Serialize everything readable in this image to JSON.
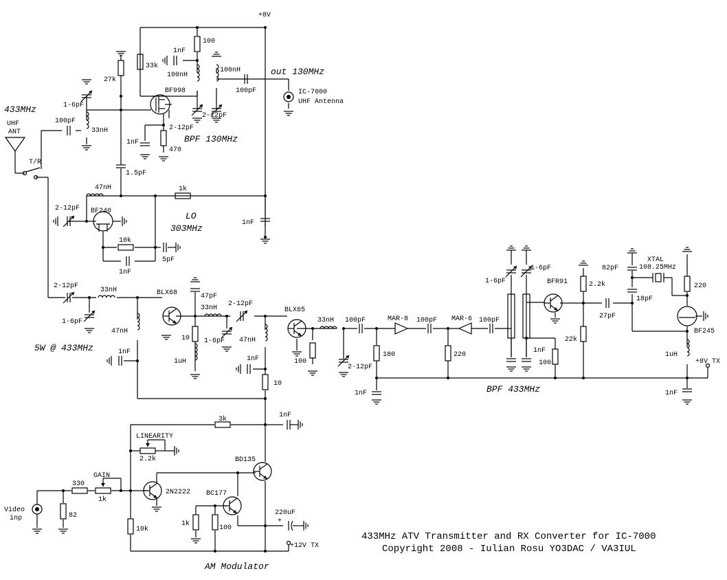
{
  "diagram": {
    "title_line1": "433MHz ATV Transmitter and RX Converter for IC-7000",
    "title_line2": "Copyright 2008 - Iulian Rosu YO3DAC / VA3IUL",
    "sections": {
      "bpf130": "BPF 130MHz",
      "lo": "LO",
      "lo_freq": "303MHz",
      "out130": "out 130MHz",
      "freq433": "433MHz",
      "power": "5W @ 433MHz",
      "bpf433": "BPF 433MHz",
      "am_mod": "AM Modulator"
    },
    "connectors": {
      "antenna_1": "UHF",
      "antenna_2": "ANT",
      "tr": "T/R",
      "ic7000": "IC-7000",
      "uhf_antenna": "UHF Antenna",
      "video_1": "Video",
      "video_2": "inp",
      "plus8v": "+8V",
      "plus8v_tx": "+8V TX",
      "plus12v_tx": "+12V TX"
    },
    "parts": {
      "bf998": "BF998",
      "bf240": "BF240",
      "blx68": "BLX68",
      "blx65": "BLX65",
      "mar8": "MAR-8",
      "mar6": "MAR-6",
      "bfr91": "BFR91",
      "bf245": "BF245",
      "bd135": "BD135",
      "n2222": "2N2222",
      "bc177": "BC177",
      "xtal": "XTAL",
      "xtal_freq": "108.25MHz",
      "linearity": "LINEARITY",
      "gain": "GAIN"
    },
    "values": {
      "r100_top": "100",
      "r33k": "33k",
      "r27k": "27k",
      "c1nf_top": "1nF",
      "l100nh_a": "100nH",
      "l100nh_b": "100nH",
      "c100pf_out": "100pF",
      "c1_6pf_a": "1-6pF",
      "c100pf_ant": "100pF",
      "l33nh_a": "33nH",
      "c2_12pf_a": "2-12pF",
      "c2_12pf_b": "2-12pF",
      "c1nf_b": "1nF",
      "r470": "470",
      "c1_5pf": "1.5pF",
      "l47nh_a": "47nH",
      "r1k_a": "1k",
      "c1nf_c": "1nF",
      "c2_12pf_c": "2-12pF",
      "r10k_a": "10k",
      "c5pf": "5pF",
      "c1nf_d": "1nF",
      "c2_12pf_d": "2-12pF",
      "l33nh_b": "33nH",
      "c1_6pf_b": "1-6pF",
      "l47nh_b": "47nH",
      "c1nf_e": "1nF",
      "c47pf": "47pF",
      "l33nh_c": "33nH",
      "r10_a": "10",
      "l1uh_a": "1uH",
      "c2_12pf_e": "2-12pF",
      "c1_6pf_c": "1-6pF",
      "l47nh_c": "47nH",
      "c1nf_f": "1nF",
      "r10_b": "10",
      "l33nh_d": "33nH",
      "r100_b": "100",
      "c100pf_a": "100pF",
      "c2_12pf_f": "2-12pF",
      "r180": "180",
      "c1nf_g": "1nF",
      "c100pf_b": "100pF",
      "r220_a": "220",
      "c100pf_c": "100pF",
      "c1_6pf_d": "1-6pF",
      "c1_6pf_e": "1-6pF",
      "c1nf_h": "1nF",
      "r100_c": "100",
      "r2_2k": "2.2k",
      "c27pf": "27pF",
      "r22k": "22k",
      "c82pf": "82pF",
      "c18pf": "18pF",
      "r220_b": "220",
      "l1uh_b": "1uH",
      "c1nf_i": "1nF",
      "r3k": "3k",
      "c1nf_j": "1nF",
      "r2_2k_b": "2.2k",
      "r330": "330",
      "r1k_b": "1k",
      "r82": "82",
      "r10k_b": "10k",
      "r1k_c": "1k",
      "r100_d": "100",
      "c220uf": "220uF",
      "plus": "+"
    }
  }
}
